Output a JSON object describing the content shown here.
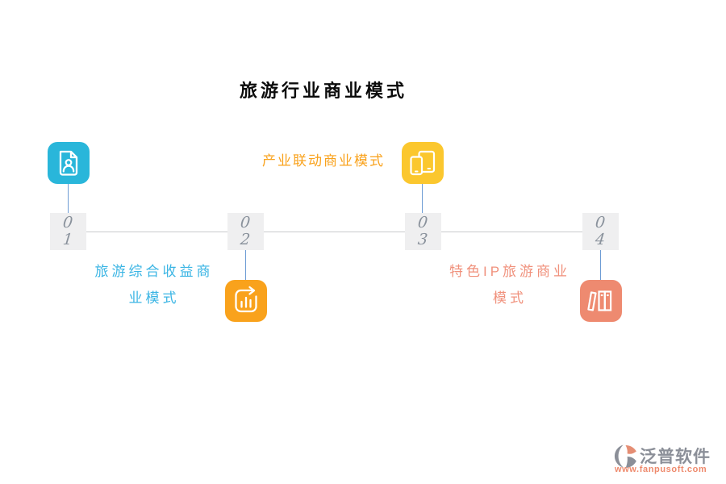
{
  "title": "旅游行业商业模式",
  "colors": {
    "step1_icon_bg": "#29b6da",
    "step2_icon_bg": "#f9a21c",
    "step3_icon_bg": "#fbc72e",
    "step4_icon_bg": "#ee8a70",
    "label_revenue": "#3bb5e4",
    "label_industry": "#f9a21c",
    "label_ip": "#f0917c",
    "badge_number": "#8a929c",
    "badge_bg": "#efeff0",
    "timeline_line": "#c9cbcd",
    "connector_line": "#6d9cd4",
    "watermark_gray": "#8b8f98",
    "watermark_salmon": "#ee8a6d"
  },
  "steps": [
    {
      "digit_top": "0",
      "digit_bottom": "1",
      "icon": "person-document-icon"
    },
    {
      "digit_top": "0",
      "digit_bottom": "2",
      "icon": "bar-chart-refresh-icon"
    },
    {
      "digit_top": "0",
      "digit_bottom": "3",
      "icon": "phone-tablet-icon"
    },
    {
      "digit_top": "0",
      "digit_bottom": "4",
      "icon": "books-shelf-icon"
    }
  ],
  "labels": {
    "revenue": {
      "line1": "旅游综合收益商",
      "line2": "业模式"
    },
    "industry": {
      "line1": "产业联动商业模式"
    },
    "ip": {
      "line1": "特色IP旅游商业",
      "line2": "模式"
    }
  },
  "watermark": {
    "brand": "泛普软件",
    "url": "www.fanpusoft.com"
  }
}
